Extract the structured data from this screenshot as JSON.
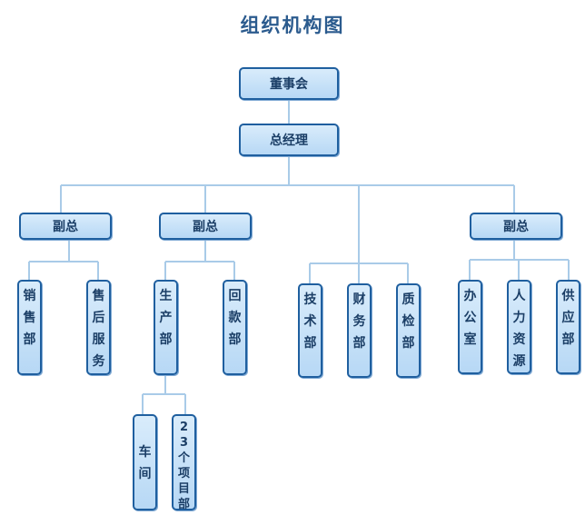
{
  "title": "组织机构图",
  "nodes": {
    "board": "董事会",
    "gm": "总经理",
    "vp1": "副总",
    "vp2": "副总",
    "vp3": "副总",
    "sales": "销售部",
    "after_sales": "售后服务",
    "production": "生产部",
    "collection": "回款部",
    "tech": "技术部",
    "finance": "财务部",
    "qc": "质检部",
    "office": "办公室",
    "hr": "人力资源",
    "supply": "供应部",
    "workshop": "车间",
    "projects": "23个项目部"
  },
  "colors": {
    "title": "#2b5b8e",
    "node_border": "#1f5f9f",
    "node_fill": "#c4e0f8",
    "connector": "#a9cbe8"
  }
}
